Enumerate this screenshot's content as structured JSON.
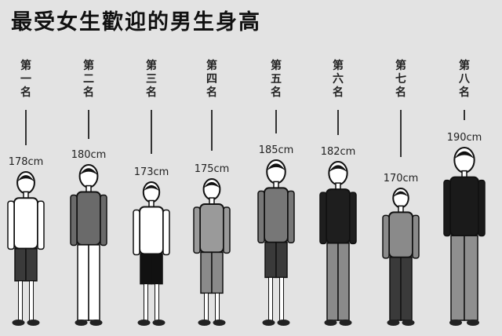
{
  "title": "最受女生歡迎的男生身高",
  "ranking": [
    {
      "rank": "第一名",
      "height": "178cm",
      "shirt": "#ffffff",
      "pants": "#3a3a3a"
    },
    {
      "rank": "第二名",
      "height": "180cm",
      "shirt": "#6a6a6a",
      "pants": "#ffffff"
    },
    {
      "rank": "第三名",
      "height": "173cm",
      "shirt": "#ffffff",
      "pants": "#111111"
    },
    {
      "rank": "第四名",
      "height": "175cm",
      "shirt": "#9a9a9a",
      "pants": "#8a8a8a"
    },
    {
      "rank": "第五名",
      "height": "185cm",
      "shirt": "#777777",
      "pants": "#3a3a3a"
    },
    {
      "rank": "第六名",
      "height": "182cm",
      "shirt": "#1e1e1e",
      "pants": "#8a8a8a"
    },
    {
      "rank": "第七名",
      "height": "170cm",
      "shirt": "#8a8a8a",
      "pants": "#3a3a3a"
    },
    {
      "rank": "第八名",
      "height": "190cm",
      "shirt": "#1a1a1a",
      "pants": "#8f8f8f"
    }
  ]
}
